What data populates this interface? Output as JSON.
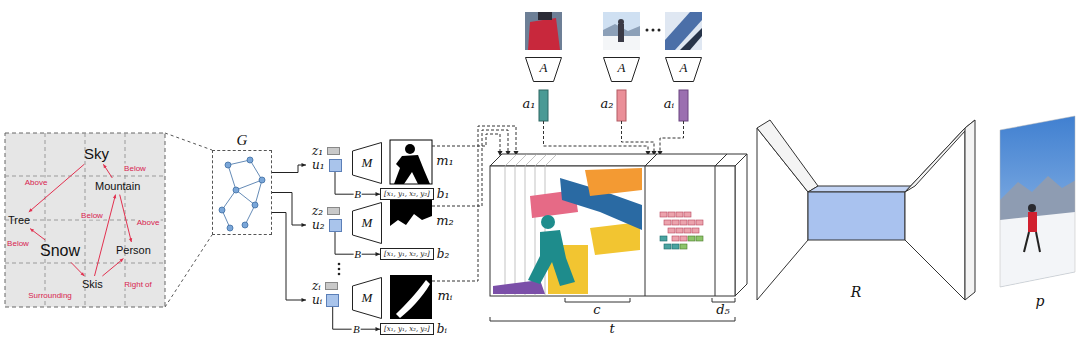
{
  "diagram": {
    "nodes": [
      {
        "text": [
          "Sky"
        ]
      },
      {
        "text": [
          "Mountain"
        ]
      },
      {
        "text": [
          "Tree"
        ]
      },
      {
        "text": [
          "Snow"
        ]
      },
      {
        "text": [
          "Person"
        ]
      },
      {
        "text": [
          "Skis"
        ]
      },
      {
        "text": [
          "G"
        ]
      },
      {
        "text": [
          "z₁"
        ]
      },
      {
        "text": [
          "u₁"
        ]
      },
      {
        "text": [
          "M"
        ]
      },
      {
        "text": [
          "[x₁, y₁, x₂, y₂]",
          "b₁"
        ]
      },
      {
        "text": [
          "z₂"
        ]
      },
      {
        "text": [
          "u₂"
        ]
      },
      {
        "text": [
          "M"
        ]
      },
      {
        "text": [
          "[x₁, y₁, x₂, y₂]",
          "b₂"
        ]
      },
      {
        "text": [
          "zᵢ"
        ]
      },
      {
        "text": [
          "uᵢ"
        ]
      },
      {
        "text": [
          "M"
        ]
      },
      {
        "text": [
          "[x₁, y₁, x₂, y₂]",
          "bᵢ"
        ]
      },
      {
        "text": [
          "A"
        ]
      },
      {
        "text": [
          "A"
        ]
      },
      {
        "text": [
          "A"
        ]
      }
    ],
    "edges": [
      {
        "from": 0,
        "to": 2,
        "label": "Above",
        "arrow": "to"
      },
      {
        "from": 1,
        "to": 0,
        "label": "Below",
        "arrow": "to"
      },
      {
        "from": 3,
        "to": 2,
        "label": "Below",
        "arrow": "to"
      },
      {
        "from": 5,
        "to": 1,
        "label": "Below",
        "arrow": "to"
      },
      {
        "from": 1,
        "to": 4,
        "label": "Above",
        "arrow": "to"
      },
      {
        "from": 3,
        "to": 5,
        "label": "Surrounding",
        "arrow": "to"
      },
      {
        "from": 5,
        "to": 4,
        "label": "Right of",
        "arrow": "to"
      },
      {
        "from": 6,
        "to": 8,
        "arrow": "to"
      },
      {
        "from": 6,
        "to": 12,
        "arrow": "to"
      },
      {
        "from": 6,
        "to": 16,
        "arrow": "to"
      },
      {
        "from": 8,
        "to": 10,
        "label": "B",
        "arrow": "to"
      },
      {
        "from": 12,
        "to": 14,
        "label": "B",
        "arrow": "to"
      },
      {
        "from": 16,
        "to": 18,
        "label": "B",
        "arrow": "to"
      }
    ],
    "labels": [
      "m₁",
      "m₂",
      "mᵢ",
      "a₁",
      "a₂",
      "aᵢ",
      "c",
      "d₅",
      "t",
      "R",
      "p"
    ]
  }
}
